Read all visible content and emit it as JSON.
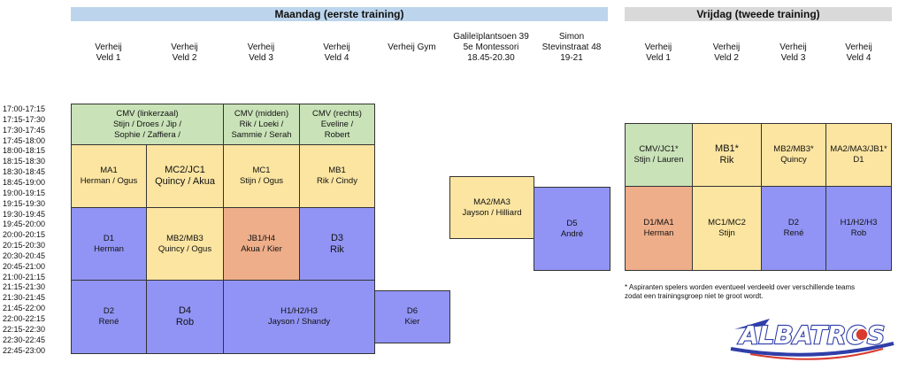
{
  "banners": {
    "monday": "Maandag (eerste training)",
    "friday": "Vrijdag (tweede training)"
  },
  "columns": {
    "mon": [
      "Verheij\nVeld 1",
      "Verheij\nVeld 2",
      "Verheij\nVeld 3",
      "Verheij\nVeld 4",
      "Verheij Gym",
      "Galileïplantsoen 39\n5e Montessori\n18.45-20.30",
      "Simon\nStevinstraat 48\n19-21"
    ],
    "fri": [
      "Verheij\nVeld 1",
      "Verheij\nVeld 2",
      "Verheij\nVeld 3",
      "Verheij\nVeld 4"
    ]
  },
  "times": [
    "17:00-17:15",
    "17:15-17:30",
    "17:30-17:45",
    "17:45-18:00",
    "18:00-18:15",
    "18:15-18:30",
    "18:30-18:45",
    "18:45-19:00",
    "19:00-19:15",
    "19:15-19:30",
    "19:30-19:45",
    "19:45-20:00",
    "20:00-20:15",
    "20:15-20:30",
    "20:30-20:45",
    "20:45-21:00",
    "21:00-21:15",
    "21:15-21:30",
    "21:30-21:45",
    "21:45-22:00",
    "22:00-22:15",
    "22:15-22:30",
    "22:30-22:45",
    "22:45-23:00"
  ],
  "monday_blocks": {
    "cmv_links": "CMV (linkerzaal)\nStijn / Droes / Jip /\nSophie / Zaffiera /",
    "cmv_midden": "CMV (midden)\nRik / Loeki /\nSammie / Serah",
    "cmv_rechts": "CMV (rechts)\nEveline /\nRobert",
    "ma1": "MA1\nHerman / Ogus",
    "mc2jc1": "MC2/JC1\nQuincy / Akua",
    "mc1": "MC1\nStijn / Ogus",
    "mb1": "MB1\nRik / Cindy",
    "d1": "D1\nHerman",
    "mb2mb3": "MB2/MB3\nQuincy / Ogus",
    "jb1h4": "JB1/H4\nAkua / Kier",
    "d3": "D3\nRik",
    "ma2ma3": "MA2/MA3\nJayson / Hilliard",
    "d5": "D5\nAndré",
    "d2": "D2\nRené",
    "d4": "D4\nRob",
    "h123": "H1/H2/H3\nJayson / Shandy",
    "d6": "D6\nKier"
  },
  "friday_blocks": {
    "cmvjc1": "CMV/JC1*\nStijn / Lauren",
    "mb1": "MB1*\nRik",
    "mb2mb3": "MB2/MB3*\nQuincy",
    "ma2ma3jb1": "MA2/MA3/JB1*\nD1",
    "d1ma1": "D1/MA1\nHerman",
    "mc1mc2": "MC1/MC2\nStijn",
    "d2": "D2\nRené",
    "h123": "H1/H2/H3\nRob"
  },
  "note": "* Aspiranten spelers worden eventueel verdeeld over verschillende teams\nzodat een trainingsgroep niet te groot wordt.",
  "logo": {
    "text": "ALBATROS",
    "colors": {
      "fill": "#ffffff",
      "outline": "#2f3ea8",
      "swoosh": "#d83a2e"
    }
  },
  "palette": {
    "green": "#c9e2b8",
    "yellow": "#fbe5a1",
    "blue": "#9194f4",
    "orange": "#eeae8a",
    "banner_mon": "#bcd5ec",
    "banner_fri": "#d9d9d9"
  }
}
